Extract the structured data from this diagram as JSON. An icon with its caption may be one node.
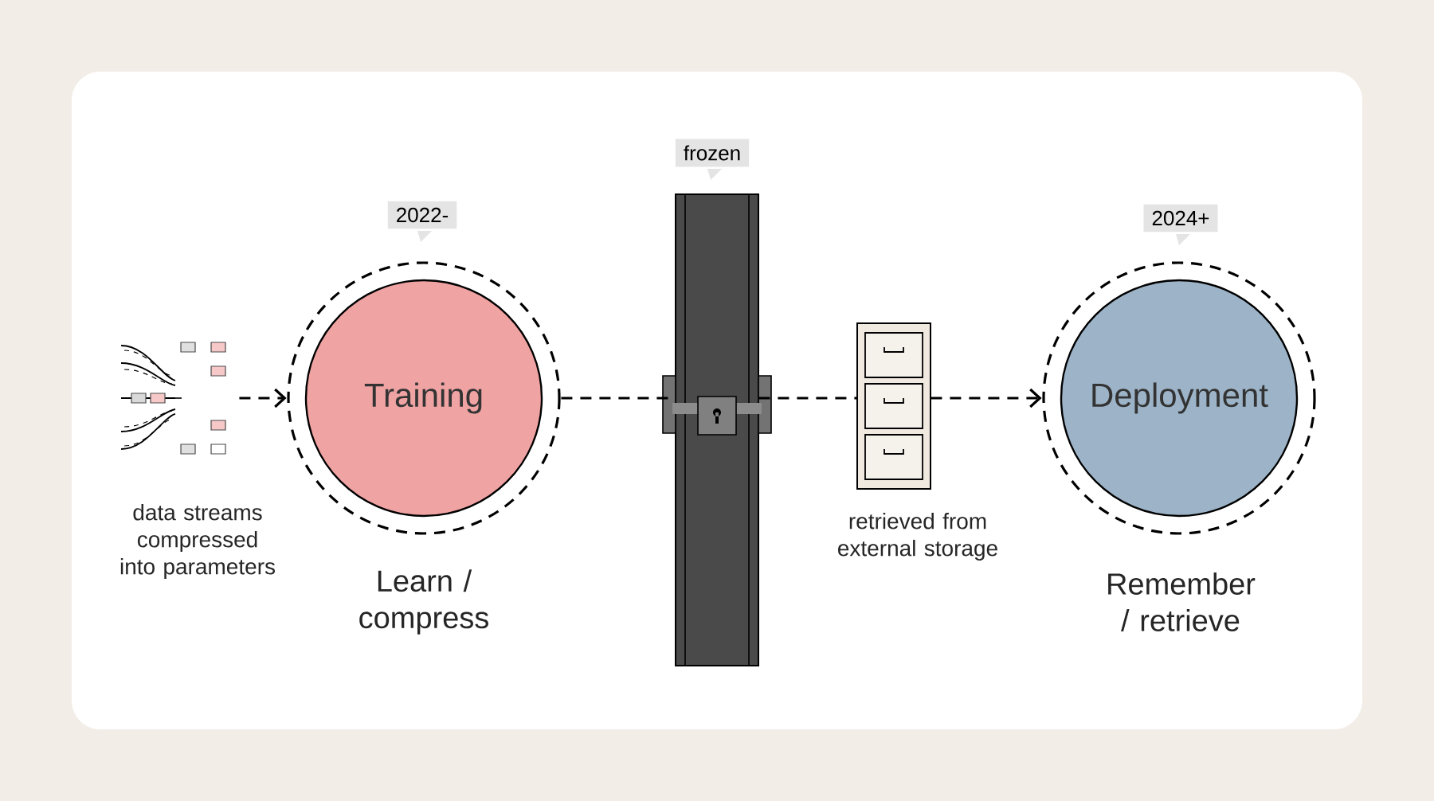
{
  "diagram": {
    "nodes": [
      {
        "text": [],
        "shape": "picture"
      },
      {
        "text": [
          "2022-"
        ]
      },
      {
        "text": [
          "Training"
        ],
        "beside": [
          "Learn / compress"
        ]
      },
      {
        "text": [
          "frozen"
        ]
      },
      {
        "text": [],
        "shape": "picture"
      },
      {
        "text": [],
        "shape": "picture",
        "beside": [
          "retrieved from external storage"
        ]
      },
      {
        "text": [
          "2024+"
        ]
      },
      {
        "text": [
          "Deployment"
        ],
        "beside": [
          "Remember / retrieve"
        ]
      }
    ],
    "edges": [
      {
        "from": 0,
        "to": 2,
        "arrow": "to",
        "style": "dashed"
      },
      {
        "from": 2,
        "to": 4,
        "arrow": "none",
        "style": "dashed"
      },
      {
        "from": 4,
        "to": 5,
        "arrow": "none",
        "style": "dashed"
      },
      {
        "from": 5,
        "to": 7,
        "arrow": "to",
        "style": "dashed"
      }
    ],
    "labels": [
      "data streams compressed into parameters"
    ]
  }
}
